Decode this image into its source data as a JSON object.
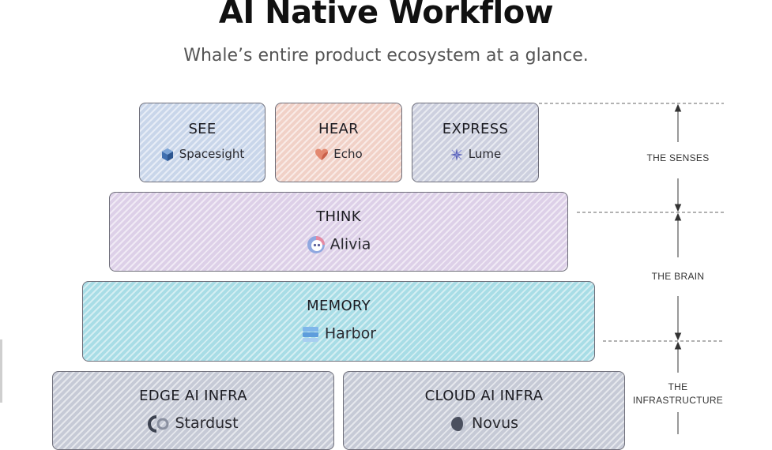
{
  "header": {
    "title": "AI Native Workflow",
    "subtitle": "Whale’s entire product ecosystem at a glance."
  },
  "layers": {
    "see": {
      "label": "SEE",
      "product": "Spacesight",
      "icon": "cube-icon",
      "color": "#c9d6ea"
    },
    "hear": {
      "label": "HEAR",
      "product": "Echo",
      "icon": "heart-icon",
      "color": "#f1d1c7"
    },
    "express": {
      "label": "EXPRESS",
      "product": "Lume",
      "icon": "spark-icon",
      "color": "#cdd0df"
    },
    "think": {
      "label": "THINK",
      "product": "Alivia",
      "icon": "face-icon",
      "color": "#ddd0e8"
    },
    "memory": {
      "label": "MEMORY",
      "product": "Harbor",
      "icon": "stack-icon",
      "color": "#a8dde6"
    },
    "edge_infra": {
      "label": "EDGE AI INFRA",
      "product": "Stardust",
      "icon": "ring-icon",
      "color": "#c6cad6"
    },
    "cloud_infra": {
      "label": "CLOUD AI INFRA",
      "product": "Novus",
      "icon": "orb-icon",
      "color": "#c6cad6"
    }
  },
  "groups": {
    "senses": "THE SENSES",
    "brain": "THE BRAIN",
    "infrastructure_line1": "THE",
    "infrastructure_line2": "INFRASTRUCTURE"
  }
}
